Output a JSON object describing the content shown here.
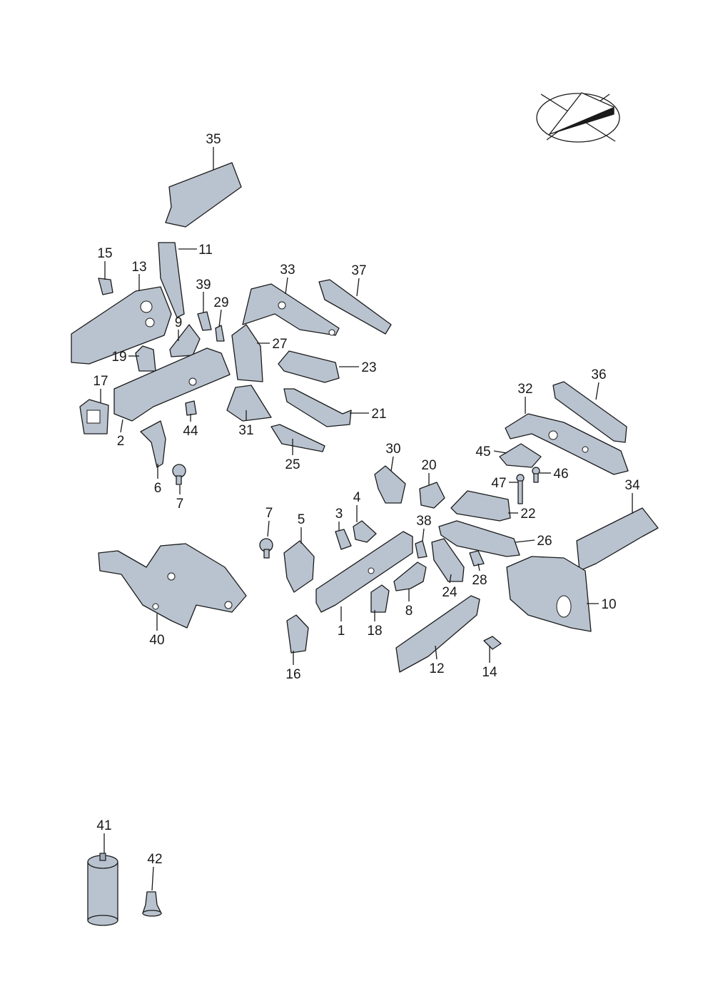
{
  "diagram": {
    "type": "exploded parts diagram",
    "orientation_icon": "vehicle-direction-arrow-icon",
    "colors": {
      "part_fill": "#b9c3cf",
      "line": "#1a1a1a",
      "background": "#ffffff"
    },
    "labels": [
      "35",
      "15",
      "13",
      "11",
      "39",
      "29",
      "9",
      "33",
      "37",
      "27",
      "23",
      "19",
      "17",
      "2",
      "44",
      "31",
      "21",
      "25",
      "6",
      "7",
      "36",
      "32",
      "45",
      "46",
      "47",
      "30",
      "20",
      "22",
      "34",
      "4",
      "3",
      "5",
      "7",
      "38",
      "26",
      "28",
      "24",
      "10",
      "8",
      "18",
      "1",
      "40",
      "16",
      "12",
      "14",
      "41",
      "42"
    ]
  }
}
